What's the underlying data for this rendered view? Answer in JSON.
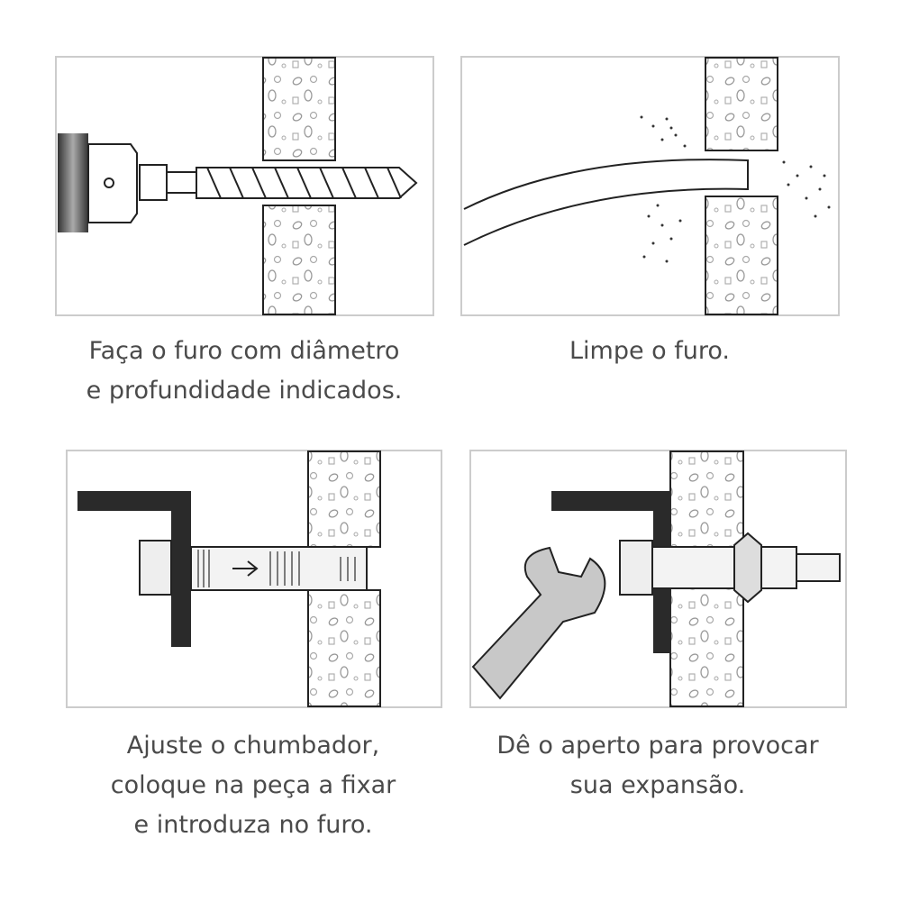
{
  "steps": [
    {
      "lines": [
        "Faça o furo com diâmetro",
        "e profundidade indicados."
      ]
    },
    {
      "lines": [
        "Limpe o furo."
      ]
    },
    {
      "lines": [
        "Ajuste o chumbador,",
        "coloque na peça a fixar",
        "e introduza no furo."
      ]
    },
    {
      "lines": [
        "Dê o aperto para provocar",
        "sua expansão."
      ]
    }
  ],
  "colors": {
    "caption": "#4a4a4a",
    "line": "#222222",
    "frame": "#cccccc"
  }
}
